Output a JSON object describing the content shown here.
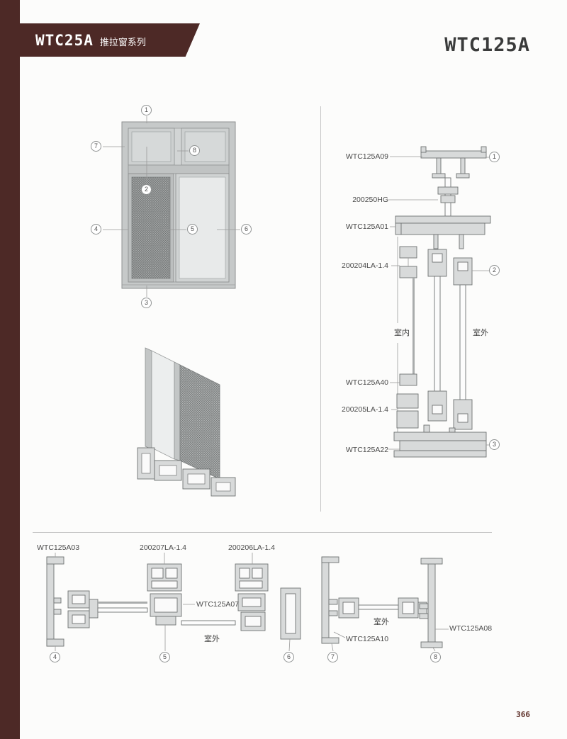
{
  "colors": {
    "accent": "#4d2926",
    "drawing_line": "#6f7272",
    "drawing_fill": "#d8dada"
  },
  "header": {
    "series_code": "WTC25A",
    "series_name": "推拉窗系列",
    "model": "WTC125A"
  },
  "elevation": {
    "callouts": [
      "1",
      "7",
      "8",
      "2",
      "4",
      "5",
      "6",
      "3"
    ]
  },
  "vertical_section": {
    "parts": [
      "WTC125A09",
      "200250HG",
      "WTC125A01",
      "200204LA-1.4",
      "WTC125A40",
      "200205LA-1.4",
      "WTC125A22"
    ],
    "indoor_label": "室内",
    "outdoor_label": "室外",
    "callouts": [
      "1",
      "2",
      "3"
    ]
  },
  "horizontal_section_left": {
    "parts": [
      "WTC125A03",
      "200207LA-1.4",
      "200206LA-1.4",
      "WTC125A07"
    ],
    "outdoor_label": "室外",
    "callouts": [
      "4",
      "5",
      "6"
    ]
  },
  "horizontal_section_right": {
    "parts": [
      "WTC125A10",
      "WTC125A08"
    ],
    "outdoor_label": "室外",
    "callouts": [
      "7",
      "8"
    ]
  },
  "footer": {
    "page_number": "366"
  }
}
